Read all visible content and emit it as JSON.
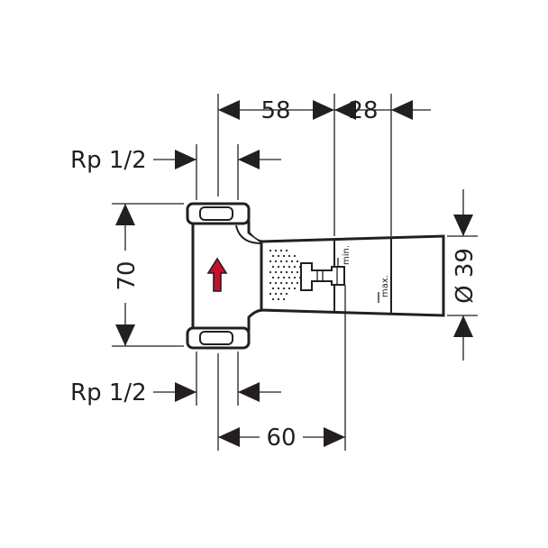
{
  "dimensions": {
    "top_left": "58",
    "top_right": "28",
    "height": "70",
    "bottom": "60",
    "diameter": "Ø 39",
    "thread_top": "Rp 1/2",
    "thread_bottom": "Rp 1/2"
  },
  "markers": {
    "min": "min.",
    "max": "max."
  },
  "colors": {
    "ink": "#231f20",
    "flow_arrow": "#c8102e"
  },
  "icons": {
    "flow_direction": "arrow-up-icon"
  }
}
